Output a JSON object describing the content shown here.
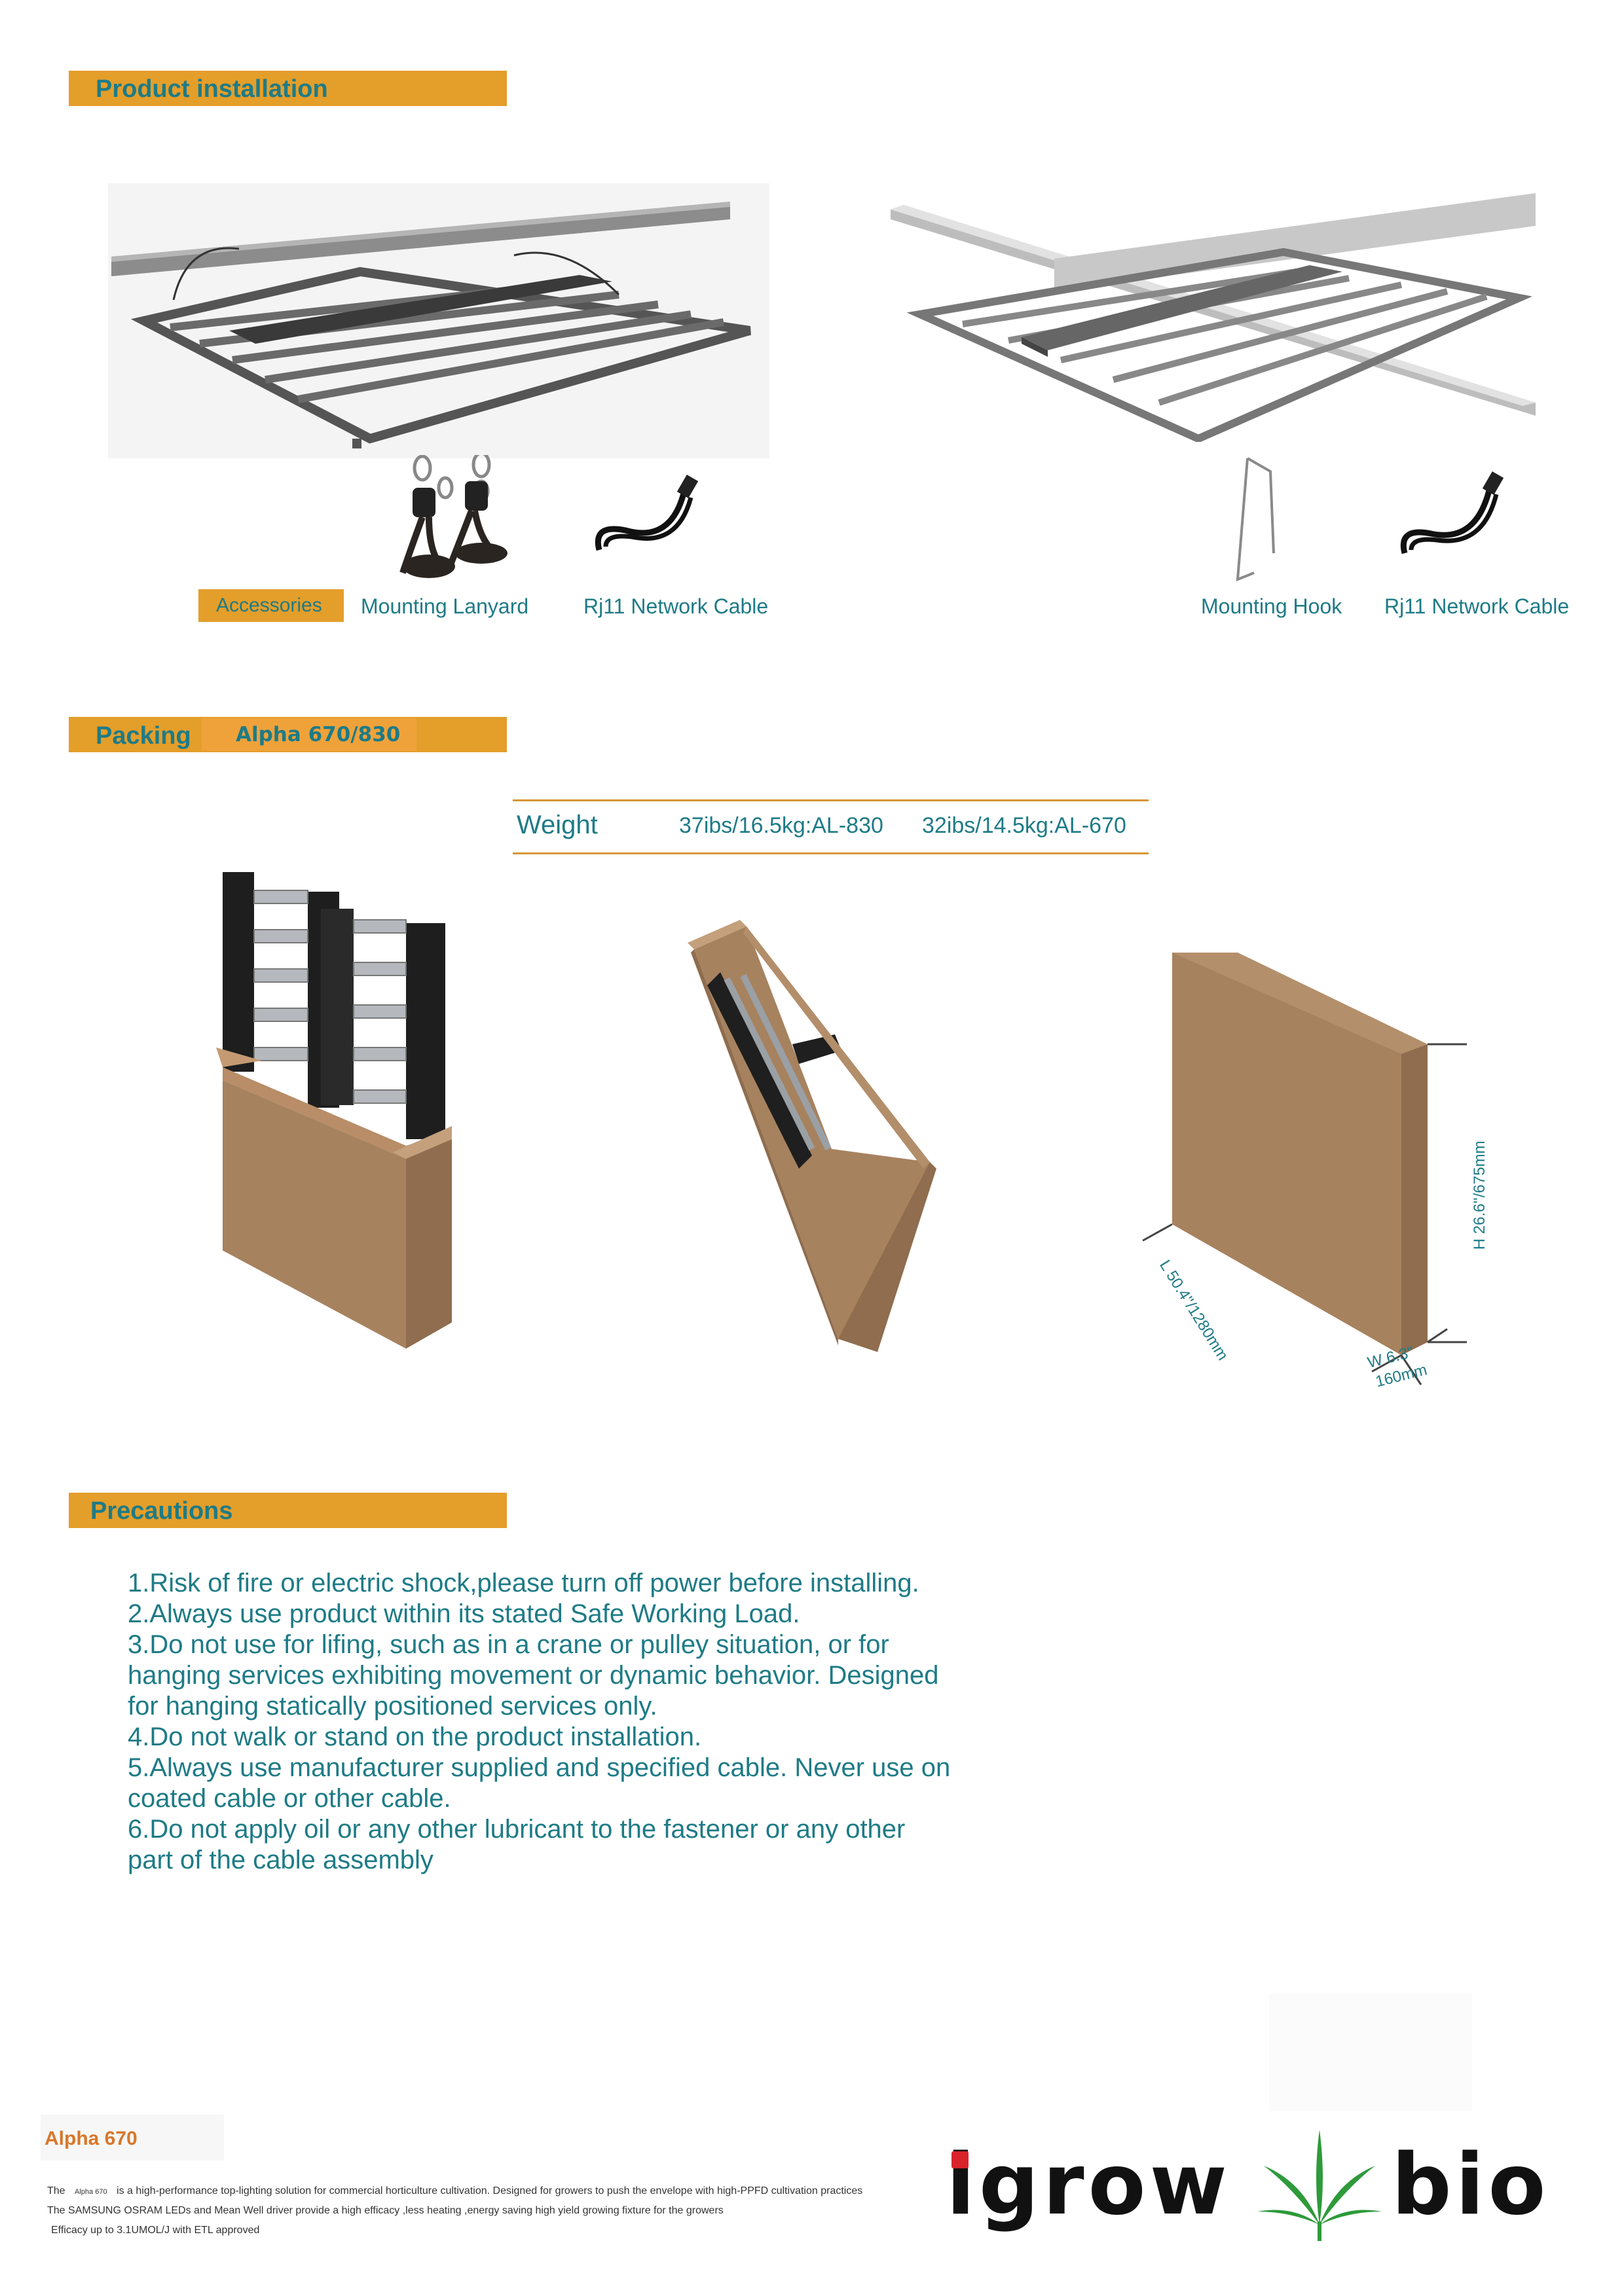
{
  "installation": {
    "title": "Product installation",
    "accessories_badge": "Accessories",
    "left_items": [
      "Mounting  Lanyard",
      "Rj11 Network Cable"
    ],
    "right_items": [
      "Mounting Hook",
      "Rj11 Network Cable"
    ]
  },
  "packing": {
    "title": "Packing",
    "model_badge": "Alpha 670/830",
    "weight_label": "Weight",
    "weight_830": "37ibs/16.5kg:AL-830",
    "weight_670": "32ibs/14.5kg:AL-670",
    "dim_length": "L 50.4''/1280mm",
    "dim_height": "H 26.6''/675mm",
    "dim_width_1": "W 6.3''",
    "dim_width_2": "160mm"
  },
  "precautions": {
    "title": "Precautions",
    "lines": [
      "1.Risk of fire or electric shock,please turn off power before installing.",
      "2.Always use product within its stated Safe Working Load.",
      "3.Do not use for lifing, such as in a crane or pulley situation, or for",
      "hanging services exhibiting movement or dynamic behavior. Designed",
      "for hanging statically positioned services only.",
      "4.Do not walk or stand on the product installation.",
      "5.Always use manufacturer supplied and specified cable. Never use on",
      "coated cable or other cable.",
      "6.Do not apply oil or any other lubricant to the fastener or any other",
      "part of the cable assembly"
    ]
  },
  "footer": {
    "model": "Alpha 670",
    "line1_a": "The",
    "line1_b": "Alpha  670",
    "line1_c": "is a high-performance top-lighting solution for commercial horticulture cultivation.    Designed for growers to push the envelope with  high-PPFD cultivation practices",
    "line2": "The SAMSUNG OSRAM LEDs and Mean Well driver provide a high efficacy ,less heating ,energy saving high yield growing fixture for the growers",
    "line3": "Efficacy up to 3.1UMOL/J with ETL approved"
  },
  "logo": {
    "left": "igrow",
    "right": "bio",
    "leaf_icon": "cannabis-leaf-icon",
    "colors": {
      "i_dot_red": "#d8232a",
      "text": "#111111",
      "leaf": "#2e9a3a"
    }
  },
  "colors": {
    "accent_orange": "#e49e2a",
    "teal": "#1e7b86",
    "cardboard": "#a7825f"
  }
}
